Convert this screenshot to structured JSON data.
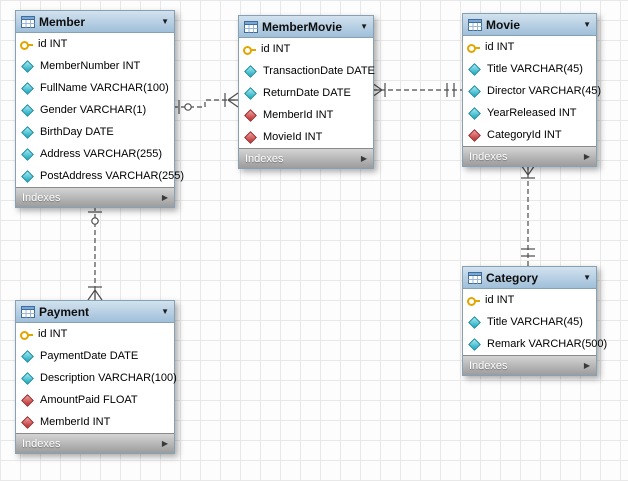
{
  "colors": {
    "table_header_blue": "#9fbfd9",
    "indexes_bar_gray": "#9c9c9c",
    "primary_key_yellow": "#e2a600",
    "column_diamond_teal": "#19a8bf",
    "foreign_key_diamond_red": "#bf2e2e",
    "relationship_line": "#4d4d4d",
    "grid_line": "#e8e8e8"
  },
  "tables": {
    "member": {
      "title": "Member",
      "footer": "Indexes",
      "columns": [
        {
          "label": "id INT",
          "icon": "key"
        },
        {
          "label": "MemberNumber INT",
          "icon": "col"
        },
        {
          "label": "FullName VARCHAR(100)",
          "icon": "col"
        },
        {
          "label": "Gender VARCHAR(1)",
          "icon": "col"
        },
        {
          "label": "BirthDay DATE",
          "icon": "col"
        },
        {
          "label": "Address VARCHAR(255)",
          "icon": "col"
        },
        {
          "label": "PostAddress VARCHAR(255)",
          "icon": "col"
        }
      ]
    },
    "membermovie": {
      "title": "MemberMovie",
      "footer": "Indexes",
      "columns": [
        {
          "label": "id INT",
          "icon": "key"
        },
        {
          "label": "TransactionDate DATE",
          "icon": "col"
        },
        {
          "label": "ReturnDate DATE",
          "icon": "col"
        },
        {
          "label": "MemberId INT",
          "icon": "fk"
        },
        {
          "label": "MovieId INT",
          "icon": "fk"
        }
      ]
    },
    "movie": {
      "title": "Movie",
      "footer": "Indexes",
      "columns": [
        {
          "label": "id INT",
          "icon": "key"
        },
        {
          "label": "Title VARCHAR(45)",
          "icon": "col"
        },
        {
          "label": "Director VARCHAR(45)",
          "icon": "col"
        },
        {
          "label": "YearReleased INT",
          "icon": "col"
        },
        {
          "label": "CategoryId INT",
          "icon": "fk"
        }
      ]
    },
    "category": {
      "title": "Category",
      "footer": "Indexes",
      "columns": [
        {
          "label": "id INT",
          "icon": "key"
        },
        {
          "label": "Title VARCHAR(45)",
          "icon": "col"
        },
        {
          "label": "Remark VARCHAR(500)",
          "icon": "col"
        }
      ]
    },
    "payment": {
      "title": "Payment",
      "footer": "Indexes",
      "columns": [
        {
          "label": "id INT",
          "icon": "key"
        },
        {
          "label": "PaymentDate DATE",
          "icon": "col"
        },
        {
          "label": "Description VARCHAR(100)",
          "icon": "col"
        },
        {
          "label": "AmountPaid FLOAT",
          "icon": "fk"
        },
        {
          "label": "MemberId INT",
          "icon": "fk"
        }
      ]
    }
  },
  "relationships": [
    {
      "id": "member-membermovie",
      "from": "Member",
      "to": "MemberMovie",
      "line": "dashed",
      "from_marker": "one-optional-ring",
      "to_marker": "many-crow-foot"
    },
    {
      "id": "movie-membermovie",
      "from": "Movie",
      "to": "MemberMovie",
      "line": "dashed",
      "from_marker": "exactly-one-bars",
      "to_marker": "many-crow-foot"
    },
    {
      "id": "category-movie",
      "from": "Category",
      "to": "Movie",
      "line": "dashed",
      "from_marker": "exactly-one-bars",
      "to_marker": "many-crow-foot"
    },
    {
      "id": "member-payment",
      "from": "Member",
      "to": "Payment",
      "line": "dashed",
      "from_marker": "one-optional-ring",
      "to_marker": "many-crow-foot"
    }
  ]
}
